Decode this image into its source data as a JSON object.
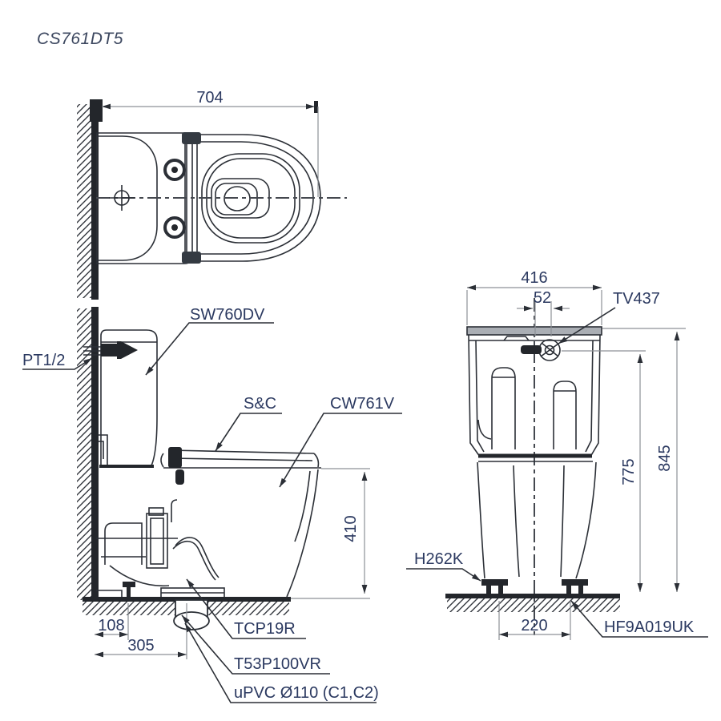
{
  "page": {
    "title": "CS761DT5"
  },
  "colors": {
    "line": "#2b2f36",
    "thick_line": "#23262b",
    "dimension_line": "#8d9196",
    "label_text": "#2b3960",
    "title_text": "#3d4860",
    "lid_fill": "#aaaeb4"
  },
  "top_view": {
    "dims": {
      "overall_depth": "704"
    }
  },
  "side_view": {
    "labels": {
      "cistern": "SW760DV",
      "water_inlet": "PT1/2",
      "seat_cover": "S&C",
      "bowl": "CW761V",
      "trap_adapter": "TCP19R",
      "flush_fitting": "T53P100VR",
      "drain_pipe": "uPVC Ø110 (C1,C2)"
    },
    "dims": {
      "bowl_height": "410",
      "outlet_offset": "108",
      "rough_in": "305"
    }
  },
  "front_view": {
    "labels": {
      "stop_valve": "TV437",
      "bolt_cap": "H262K",
      "fixing_kit": "HF9A019UK"
    },
    "dims": {
      "tank_width": "416",
      "valve_offset": "52",
      "inlet_height": "775",
      "overall_height": "845",
      "bolt_spacing": "220"
    }
  }
}
